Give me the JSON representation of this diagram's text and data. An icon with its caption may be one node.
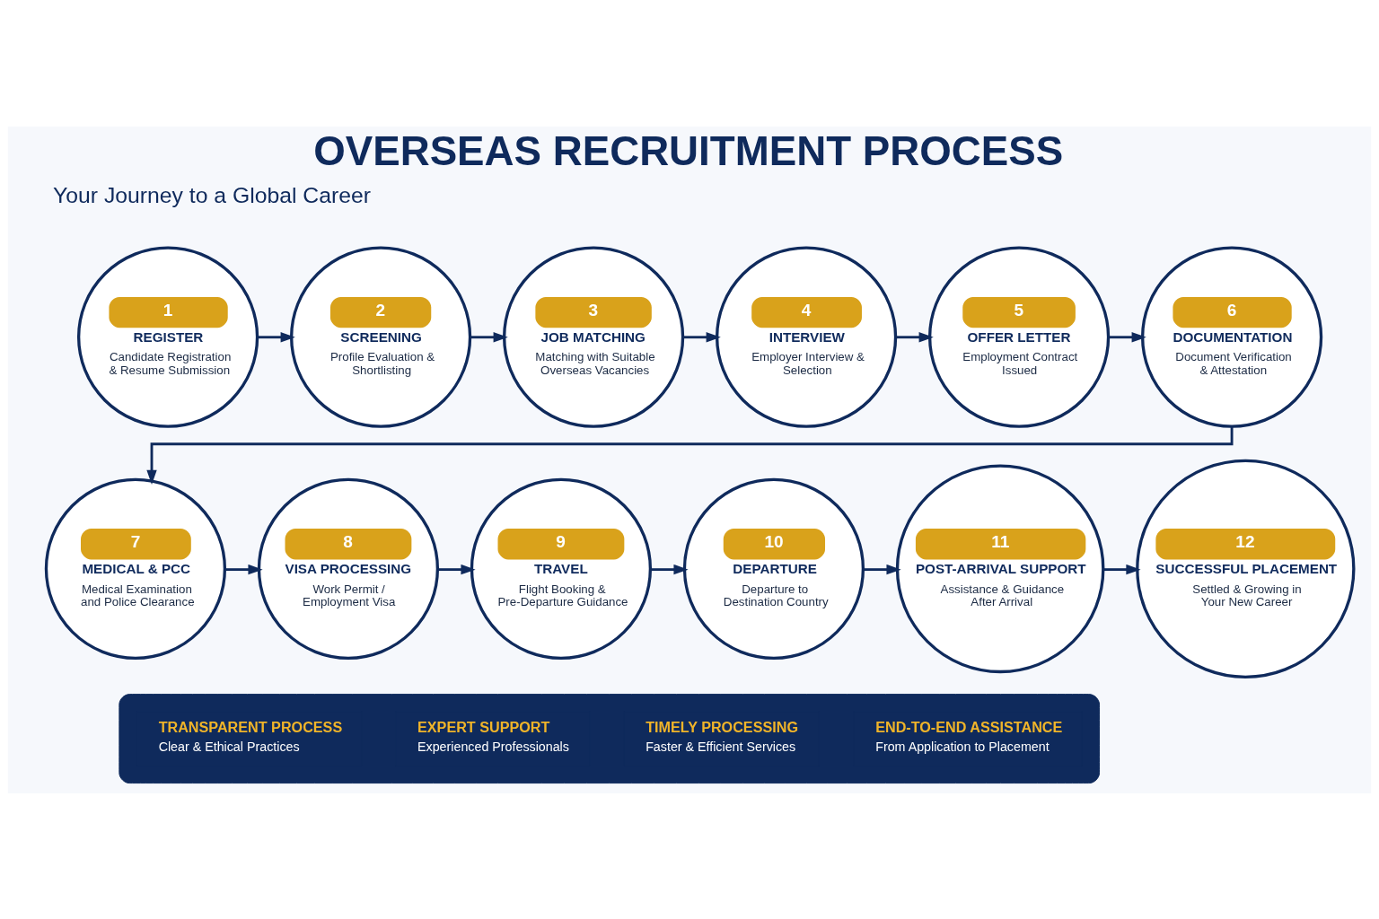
{
  "diagram": {
    "title": "OVERSEAS RECRUITMENT PROCESS",
    "nodes": [
      {
        "text": [
          "1",
          "REGISTER",
          "Candidate Registration & Resume Submission"
        ]
      },
      {
        "text": [
          "2",
          "SCREENING",
          "Profile Evaluation & Shortlisting"
        ]
      },
      {
        "text": [
          "3",
          "JOB MATCHING",
          "Matching with Suitable Overseas Vacancies"
        ]
      },
      {
        "text": [
          "4",
          "INTERVIEW",
          "Employer Interview & Selection"
        ]
      },
      {
        "text": [
          "5",
          "OFFER LETTER",
          "Employment Contract Issued"
        ]
      },
      {
        "text": [
          "6",
          "DOCUMENTATION",
          "Document Verification & Attestation"
        ]
      },
      {
        "text": [
          "7",
          "MEDICAL & PCC",
          "Medical Examination and Police Clearance"
        ]
      },
      {
        "text": [
          "8",
          "VISA PROCESSING",
          "Work Permit / Employment Visa"
        ]
      },
      {
        "text": [
          "9",
          "TRAVEL",
          "Flight Booking & Pre-Departure Guidance"
        ]
      },
      {
        "text": [
          "10",
          "DEPARTURE",
          "Departure to Destination Country"
        ]
      },
      {
        "text": [
          "11",
          "POST-ARRIVAL SUPPORT",
          "Assistance & Guidance After Arrival"
        ]
      },
      {
        "text": [
          "12",
          "SUCCESSFUL PLACEMENT",
          "Settled & Growing in Your New Career"
        ]
      },
      {
        "text": [],
        "shape": "box"
      },
      {
        "text": [
          "TRANSPARENT PROCESS",
          "Clear & Ethical Practices"
        ],
        "in": 12
      },
      {
        "text": [
          "EXPERT SUPPORT",
          "Experienced Professionals"
        ],
        "in": 12
      },
      {
        "text": [
          "TIMELY PROCESSING",
          "Faster & Efficient Services"
        ],
        "in": 12
      },
      {
        "text": [
          "END-TO-END ASSISTANCE",
          "From Application to Placement"
        ],
        "in": 12
      }
    ],
    "edges": [
      {
        "from": 0,
        "to": 1,
        "arrow": "to"
      },
      {
        "from": 1,
        "to": 2,
        "arrow": "to"
      },
      {
        "from": 2,
        "to": 3,
        "arrow": "to"
      },
      {
        "from": 3,
        "to": 4,
        "arrow": "to"
      },
      {
        "from": 4,
        "to": 5,
        "arrow": "to"
      },
      {
        "from": 5,
        "to": 6,
        "arrow": "to"
      },
      {
        "from": 6,
        "to": 7,
        "arrow": "to"
      },
      {
        "from": 7,
        "to": 8,
        "arrow": "to"
      },
      {
        "from": 8,
        "to": 9,
        "arrow": "to"
      },
      {
        "from": 9,
        "to": 10,
        "arrow": "to"
      },
      {
        "from": 10,
        "to": 11,
        "arrow": "to"
      }
    ],
    "labels": [
      "Your Journey to a Global Career"
    ]
  }
}
